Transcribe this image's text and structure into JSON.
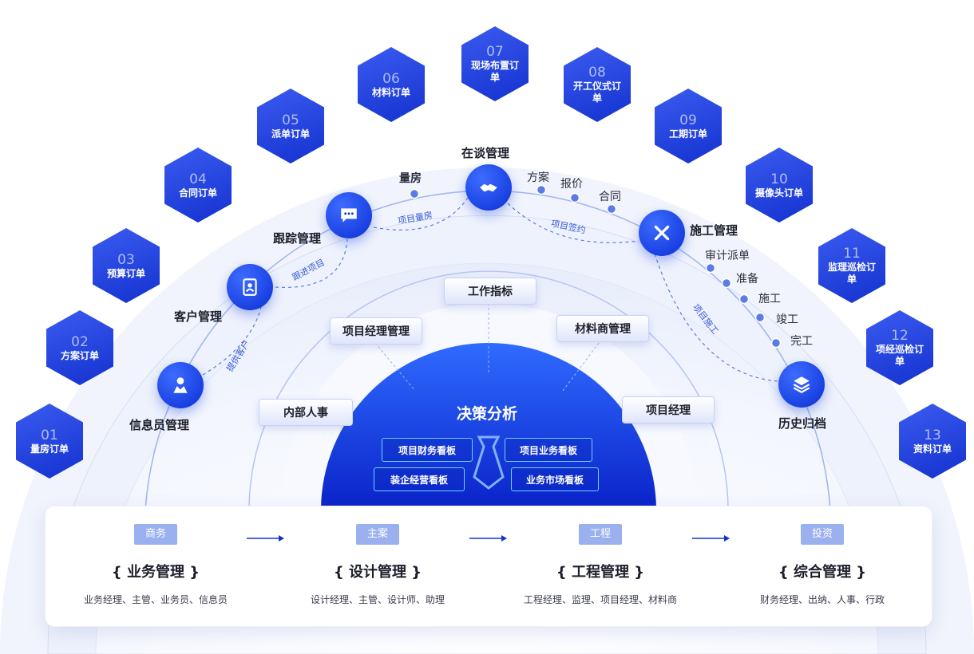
{
  "hexagons": [
    {
      "num": "01",
      "label": "量房订单"
    },
    {
      "num": "02",
      "label": "方案订单"
    },
    {
      "num": "03",
      "label": "预算订单"
    },
    {
      "num": "04",
      "label": "合同订单"
    },
    {
      "num": "05",
      "label": "派单订单"
    },
    {
      "num": "06",
      "label": "材料订单"
    },
    {
      "num": "07",
      "label": "现场布置订单"
    },
    {
      "num": "08",
      "label": "开工仪式订单"
    },
    {
      "num": "09",
      "label": "工期订单"
    },
    {
      "num": "10",
      "label": "摄像头订单"
    },
    {
      "num": "11",
      "label": "监理巡检订单"
    },
    {
      "num": "12",
      "label": "项经巡检订单"
    },
    {
      "num": "13",
      "label": "资料订单"
    }
  ],
  "nodes": {
    "informant": "信息员管理",
    "customer": "客户管理",
    "tracking": "跟踪管理",
    "negotiation": "在谈管理",
    "construction": "施工管理",
    "archive": "历史归档"
  },
  "steps": {
    "measure": "量房",
    "plan": "方案",
    "quote": "报价",
    "contract": "合同",
    "audit": "审计派单",
    "prepare": "准备",
    "build": "施工",
    "complete": "竣工",
    "finish": "完工"
  },
  "flows": {
    "provide": "提供客户",
    "follow": "跟进项目",
    "measure": "项目量房",
    "sign": "项目签约",
    "construct": "项目施工"
  },
  "management": {
    "work_index": "工作指标",
    "pm_manage": "项目经理管理",
    "supplier": "材料商管理",
    "hr": "内部人事",
    "pm": "项目经理"
  },
  "decision": {
    "title": "决策分析",
    "boards": [
      "项目财务看板",
      "项目业务看板",
      "装企经营看板",
      "业务市场看板"
    ]
  },
  "bottom": [
    {
      "tag": "商务",
      "title": "{ 业务管理 }",
      "desc": "业务经理、主管、业务员、信息员"
    },
    {
      "tag": "主案",
      "title": "{ 设计管理 }",
      "desc": "设计经理、主管、设计师、助理"
    },
    {
      "tag": "工程",
      "title": "{ 工程管理 }",
      "desc": "工程经理、监理、项目经理、材料商"
    },
    {
      "tag": "投资",
      "title": "{ 综合管理 }",
      "desc": "财务经理、出纳、人事、行政"
    }
  ],
  "colors": {
    "primary": "#1432cf",
    "accent": "#3a5bf0",
    "flow": "#5b7be6"
  }
}
